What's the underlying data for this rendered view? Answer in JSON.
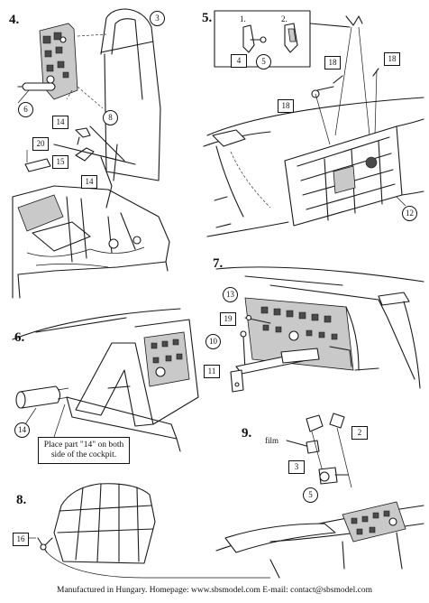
{
  "steps": {
    "s4": "4.",
    "s5": "5.",
    "s6": "6.",
    "s7": "7.",
    "s8": "8.",
    "s9": "9."
  },
  "substeps": {
    "one": "1.",
    "two": "2."
  },
  "parts": {
    "p3": "3",
    "p6": "6",
    "p8": "8",
    "p14a": "14",
    "p15": "15",
    "p20": "20",
    "p14b": "14",
    "p4": "4",
    "p5a": "5",
    "p18a": "18",
    "p18b": "18",
    "p18c": "18",
    "p12": "12",
    "p13": "13",
    "p19": "19",
    "p10": "10",
    "p11": "11",
    "p14c": "14",
    "p16": "16",
    "p2": "2",
    "p3b": "3",
    "p5b": "5"
  },
  "labels": {
    "film": "film"
  },
  "note": "Place part \"14\" on both side of the cockpit.",
  "footer": "Manufactured in Hungary.   Homepage: www.sbsmodel.com   E-mail: contact@sbsmodel.com"
}
